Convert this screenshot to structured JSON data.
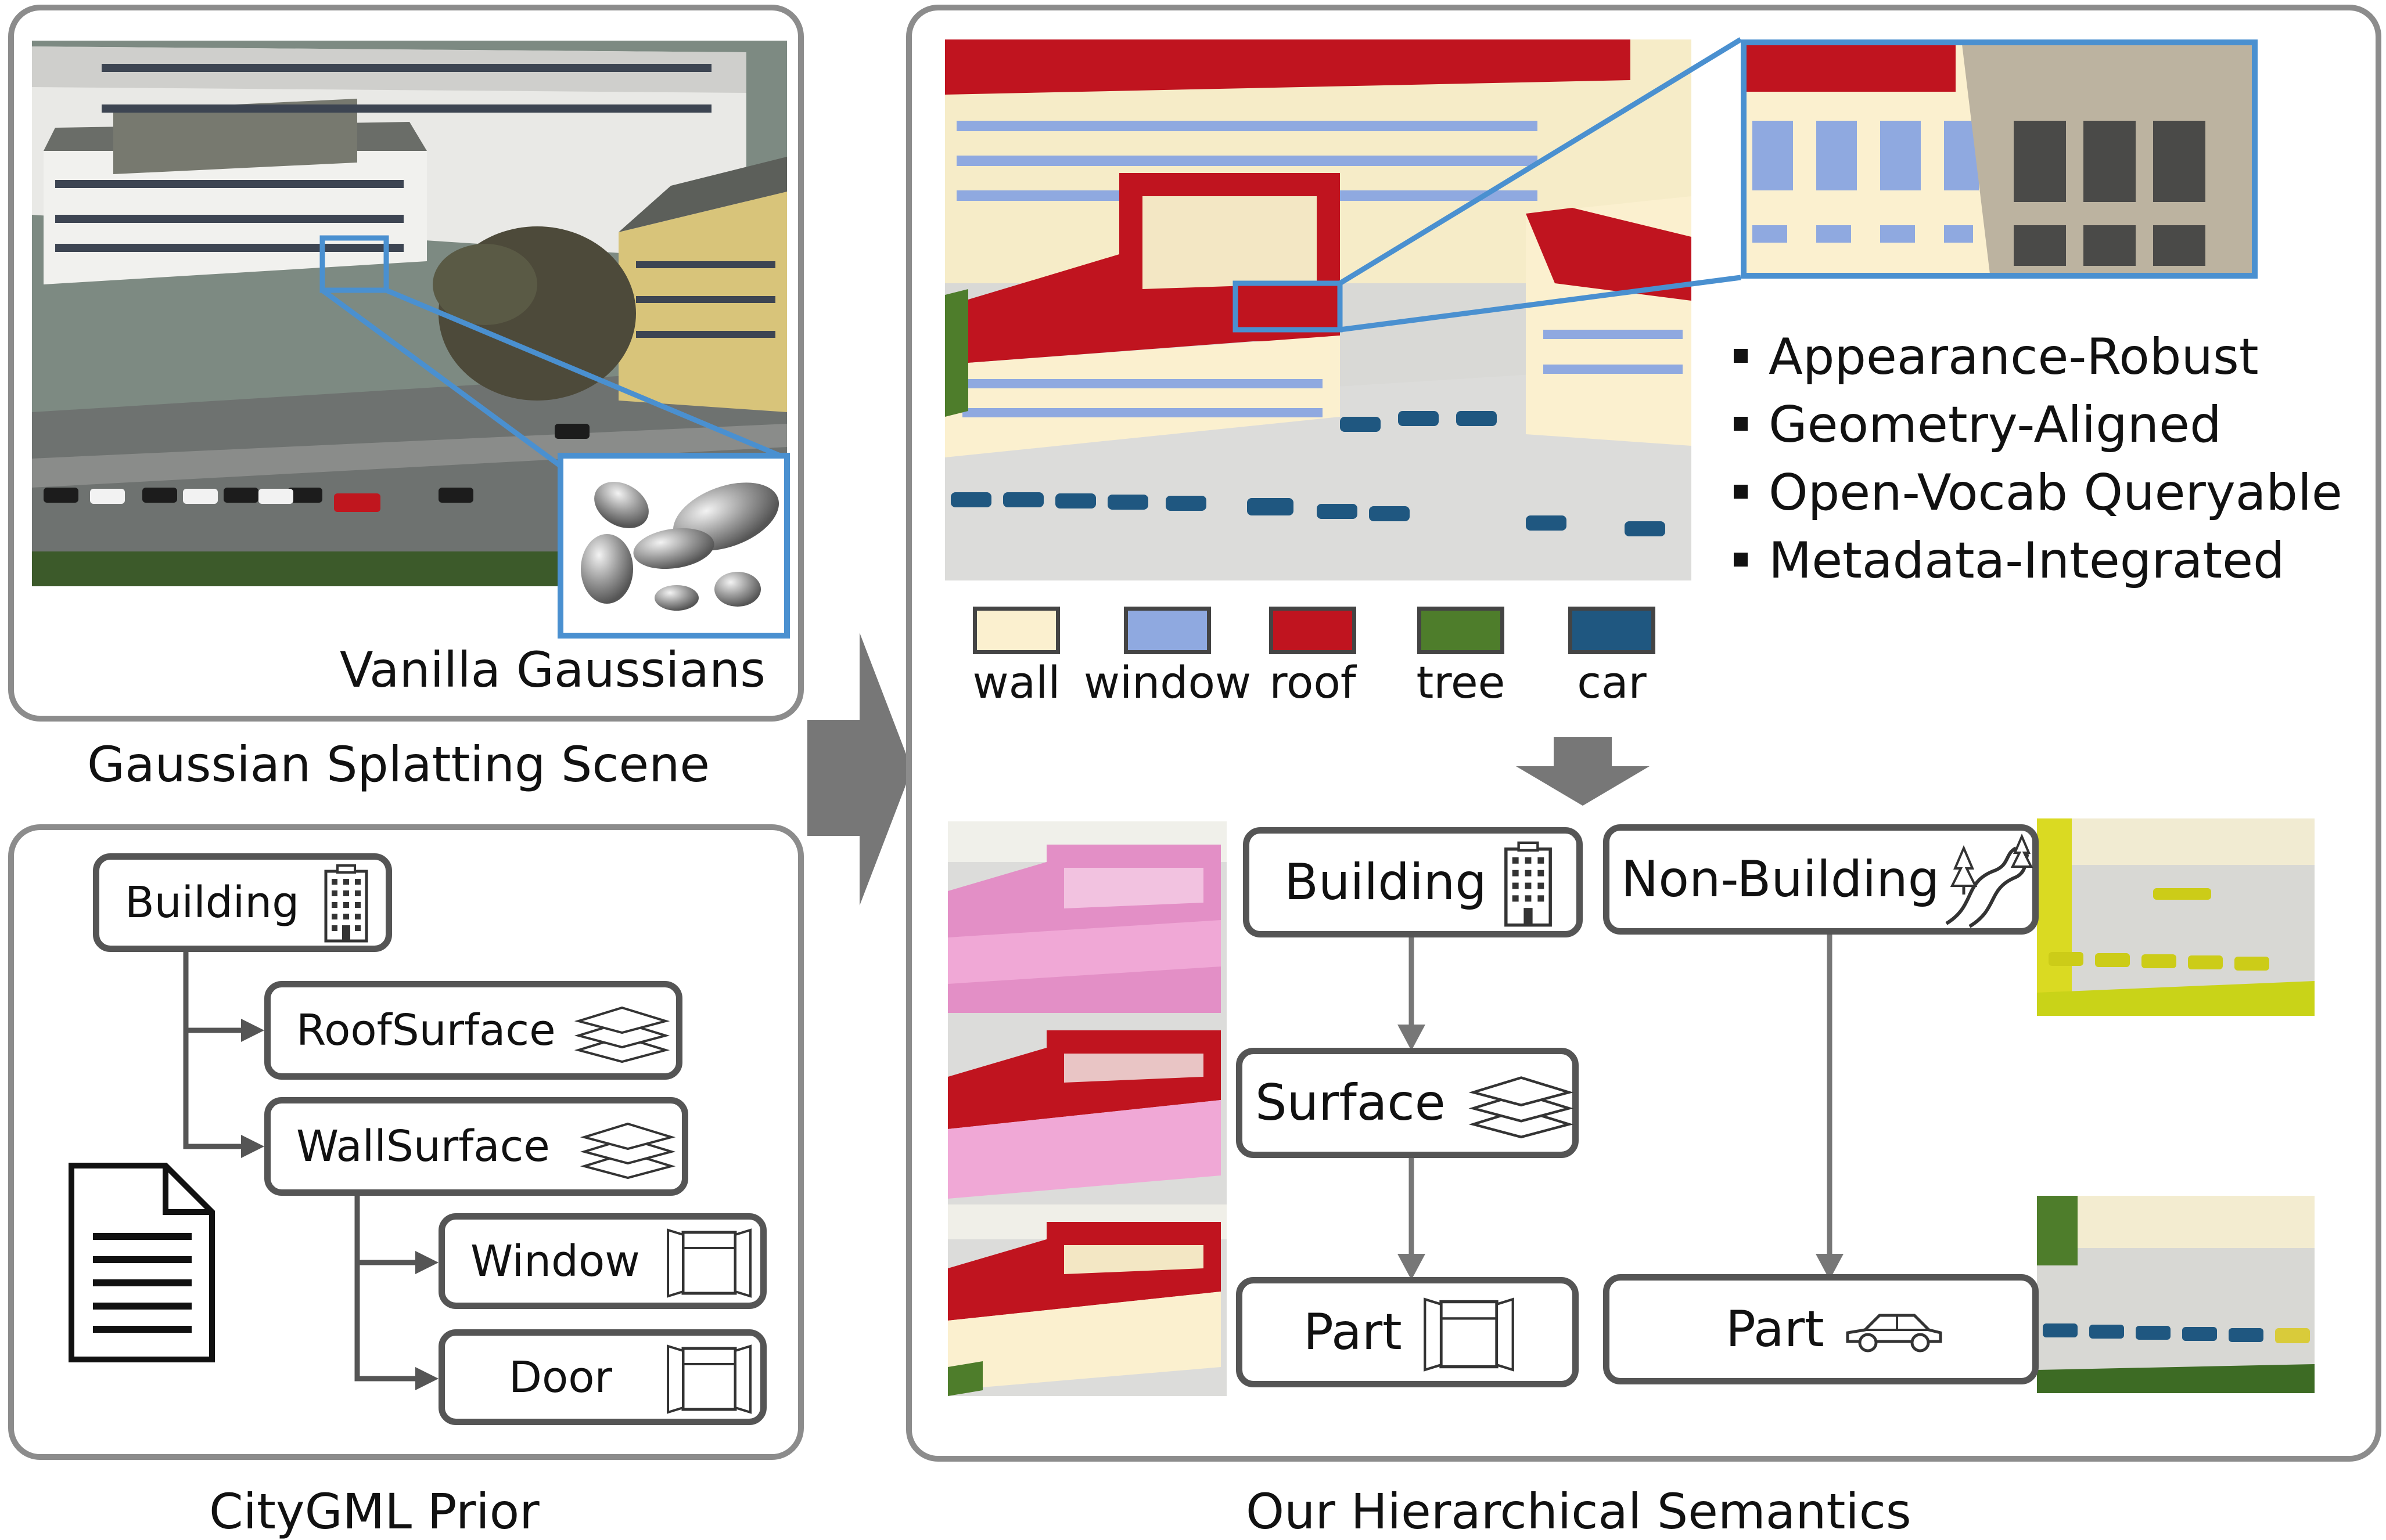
{
  "scene_panel": {
    "inner_label": "Vanilla Gaussians",
    "caption": "Gaussian Splatting Scene"
  },
  "prior_panel": {
    "caption": "CityGML Prior",
    "nodes": {
      "building": "Building",
      "roof": "RoofSurface",
      "wall": "WallSurface",
      "window": "Window",
      "door": "Door"
    }
  },
  "semantics_panel": {
    "caption": "Our Hierarchical Semantics",
    "features": [
      "Appearance-Robust",
      "Geometry-Aligned",
      "Open-Vocab Queryable",
      "Metadata-Integrated"
    ],
    "legend": [
      {
        "label": "wall",
        "color": "#fbf0cf"
      },
      {
        "label": "window",
        "color": "#8fa9e0"
      },
      {
        "label": "roof",
        "color": "#c0141f"
      },
      {
        "label": "tree",
        "color": "#4e7d2b"
      },
      {
        "label": "car",
        "color": "#1f5780"
      }
    ],
    "hierarchy": {
      "building": "Building",
      "non_building": "Non-Building",
      "surface": "Surface",
      "part_left": "Part",
      "part_right": "Part"
    }
  },
  "colors": {
    "panel_border": "#8c8c8c",
    "highlight_blue": "#4a90d0",
    "arrow_gray": "#777777",
    "node_border": "#555555"
  }
}
